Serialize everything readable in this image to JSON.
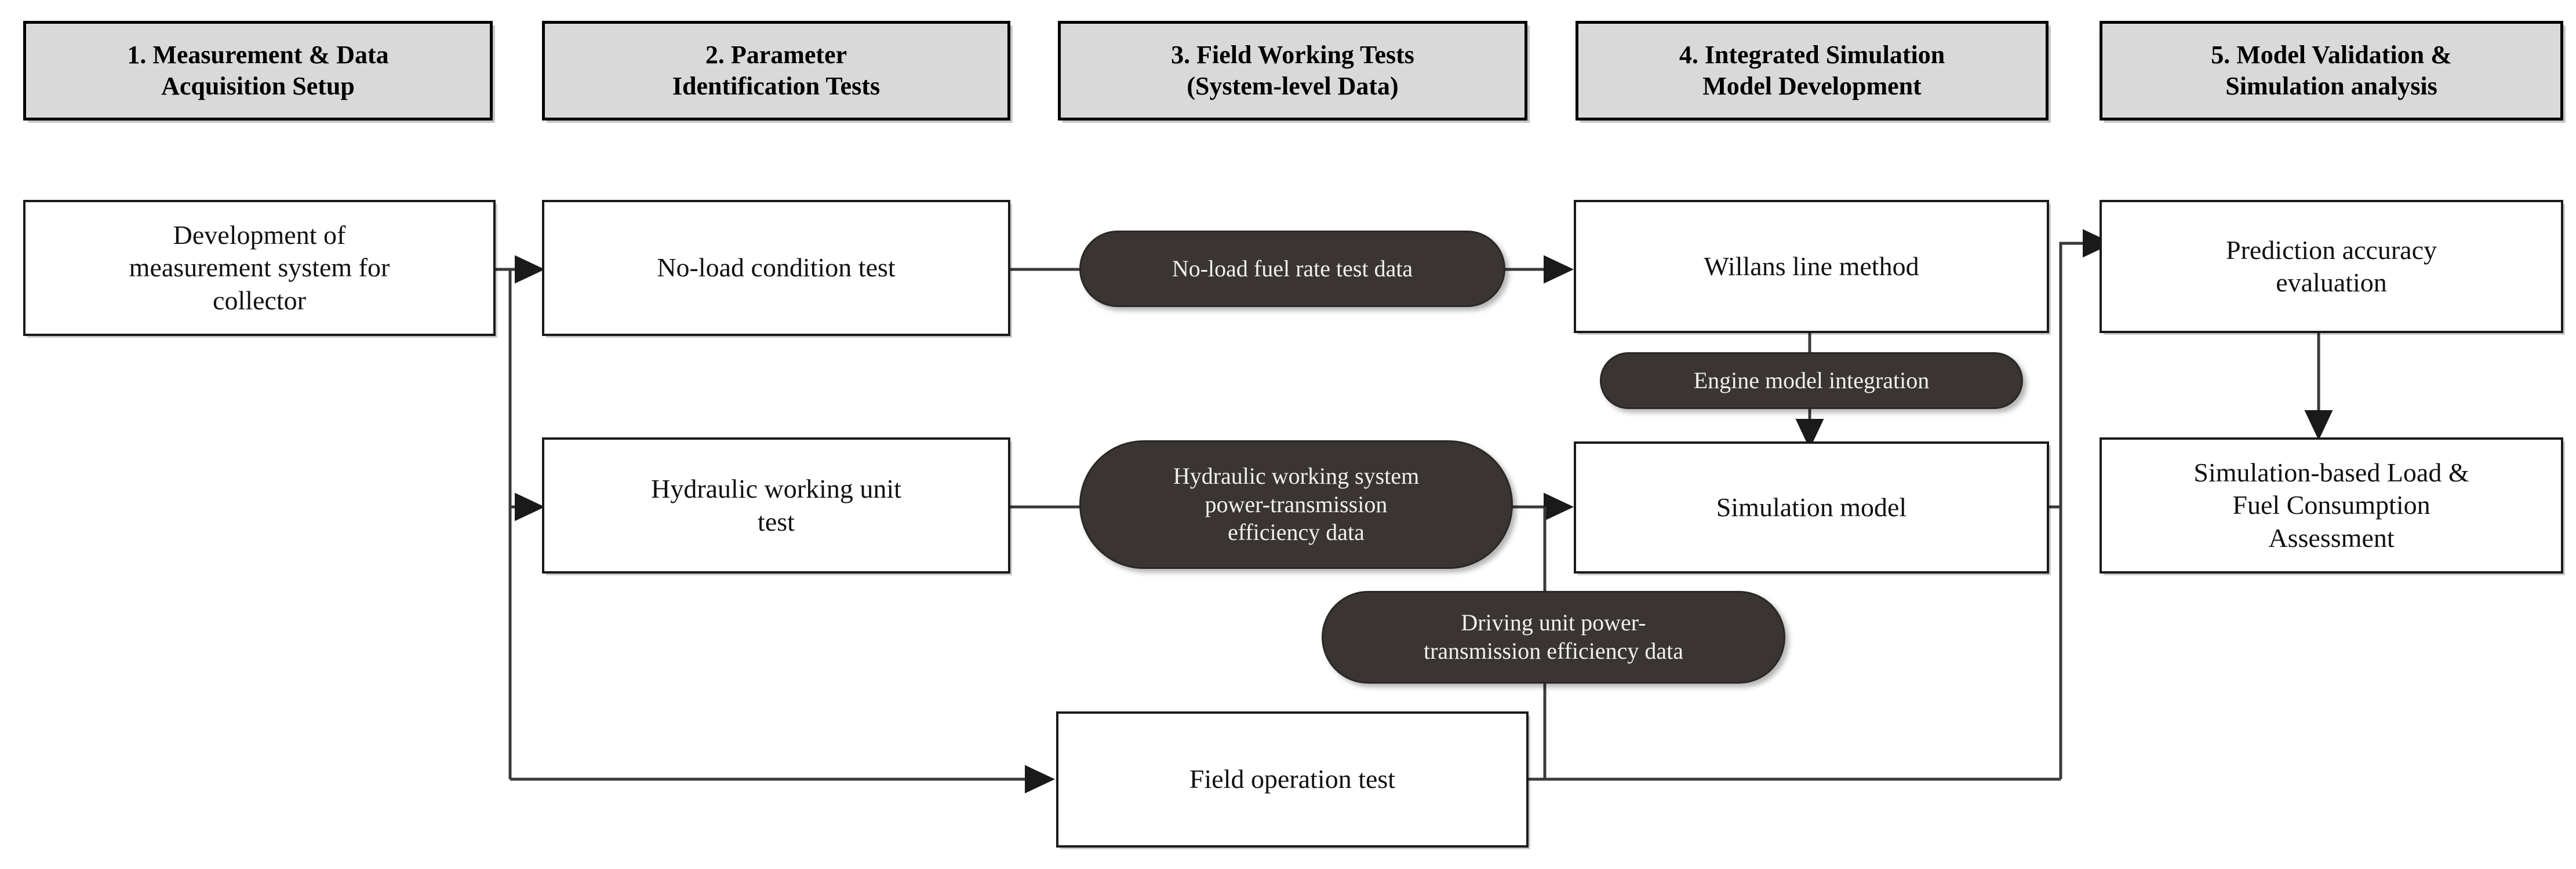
{
  "diagram": {
    "title": "Research methodology flowchart",
    "type": "process-flowchart",
    "colors": {
      "phase_fill": "#d9d9d9",
      "phase_border": "#000000",
      "process_fill": "#ffffff",
      "process_border": "#1a1a1a",
      "data_fill": "#3a3533",
      "data_text": "#f2f0ee",
      "connector": "#333333",
      "background": "#ffffff"
    }
  },
  "phases": [
    {
      "id": "phase1",
      "label": "1. Measurement & Data\nAcquisition Setup"
    },
    {
      "id": "phase2",
      "label": "2. Parameter\nIdentification Tests"
    },
    {
      "id": "phase3",
      "label": "3. Field Working Tests\n(System-level Data)"
    },
    {
      "id": "phase4",
      "label": "4. Integrated Simulation\nModel Development"
    },
    {
      "id": "phase5",
      "label": "5. Model Validation &\nSimulation analysis"
    }
  ],
  "process_nodes": [
    {
      "id": "dev_meas",
      "label": "Development of\nmeasurement system for\ncollector",
      "phase": 1
    },
    {
      "id": "noload_test",
      "label": "No-load condition test",
      "phase": 2
    },
    {
      "id": "hyd_test",
      "label": "Hydraulic working unit\ntest",
      "phase": 2
    },
    {
      "id": "field_test",
      "label": "Field operation test",
      "phase": 3
    },
    {
      "id": "willans",
      "label": "Willans line method",
      "phase": 4
    },
    {
      "id": "sim_model",
      "label": "Simulation model",
      "phase": 4
    },
    {
      "id": "pred_acc",
      "label": "Prediction accuracy\nevaluation",
      "phase": 5
    },
    {
      "id": "sim_assess",
      "label": "Simulation-based Load &\nFuel Consumption\nAssessment",
      "phase": 5
    }
  ],
  "data_nodes": [
    {
      "id": "noload_data",
      "label": "No-load fuel rate test data"
    },
    {
      "id": "hyd_data",
      "label": "Hydraulic working system\npower-transmission\nefficiency data"
    },
    {
      "id": "drive_data",
      "label": "Driving unit power-\ntransmission efficiency data"
    },
    {
      "id": "engine_int",
      "label": "Engine model integration"
    }
  ],
  "connections": [
    {
      "from": "dev_meas",
      "to": "noload_test",
      "arrow": true
    },
    {
      "from": "dev_meas",
      "to": "hyd_test",
      "arrow": true
    },
    {
      "from": "dev_meas",
      "to": "field_test",
      "arrow": true
    },
    {
      "from": "noload_test",
      "to": "noload_data",
      "arrow": false
    },
    {
      "from": "noload_data",
      "to": "willans",
      "arrow": true
    },
    {
      "from": "hyd_test",
      "to": "hyd_data",
      "arrow": false
    },
    {
      "from": "hyd_data",
      "to": "sim_model",
      "arrow": true
    },
    {
      "from": "willans",
      "to": "engine_int",
      "arrow": false
    },
    {
      "from": "engine_int",
      "to": "sim_model",
      "arrow": true
    },
    {
      "from": "field_test",
      "to": "drive_data",
      "arrow": false
    },
    {
      "from": "drive_data",
      "to": "sim_model",
      "arrow": true
    },
    {
      "from": "willans",
      "to": "pred_acc",
      "arrow": true
    },
    {
      "from": "sim_model",
      "to": "pred_acc",
      "arrow": true
    },
    {
      "from": "field_test",
      "to": "pred_acc",
      "arrow": true
    },
    {
      "from": "pred_acc",
      "to": "sim_assess",
      "arrow": true
    }
  ]
}
